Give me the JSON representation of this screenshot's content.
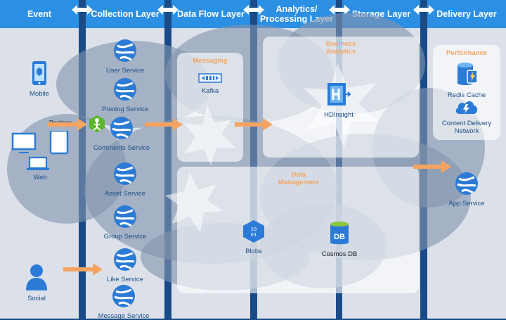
{
  "columns": [
    {
      "key": "event",
      "title": "Event"
    },
    {
      "key": "collection",
      "title": "Collection Layer"
    },
    {
      "key": "dataflow",
      "title": "Data Flow Layer"
    },
    {
      "key": "analytics",
      "title": "Analytics/ Processing Layer"
    },
    {
      "key": "storage",
      "title": "Storage Layer"
    },
    {
      "key": "delivery",
      "title": "Delivery Layer"
    }
  ],
  "event": {
    "mobile": "Mobile",
    "web": "Web",
    "social": "Social",
    "postings": "Postings"
  },
  "collection": {
    "user_service": "User Service",
    "posting_service": "Posting Service",
    "comments_service": "Comments Service",
    "asset_service": "Asset Service",
    "group_service": "Group Service",
    "like_service": "Like Service",
    "message_service": "Message Service"
  },
  "dataflow": {
    "messaging_title": "Messaging",
    "kafka": "Kafka",
    "blobs": "Blobs"
  },
  "analytics": {
    "business_title": "Business Analytics",
    "hdinsight": "HDInsight",
    "data_mgmt_title": "Data Management",
    "cosmos": "Cosmos DB"
  },
  "delivery": {
    "performance_title": "Performance",
    "redis": "Redis Cache",
    "cdn": "Content Delivery Network",
    "app_service": "App Service"
  },
  "colors": {
    "background": "#1a4b86",
    "column": "#dce1e9",
    "header": "#2b8fe3",
    "accent": "#f4a460",
    "icon": "#2b7bd6"
  }
}
